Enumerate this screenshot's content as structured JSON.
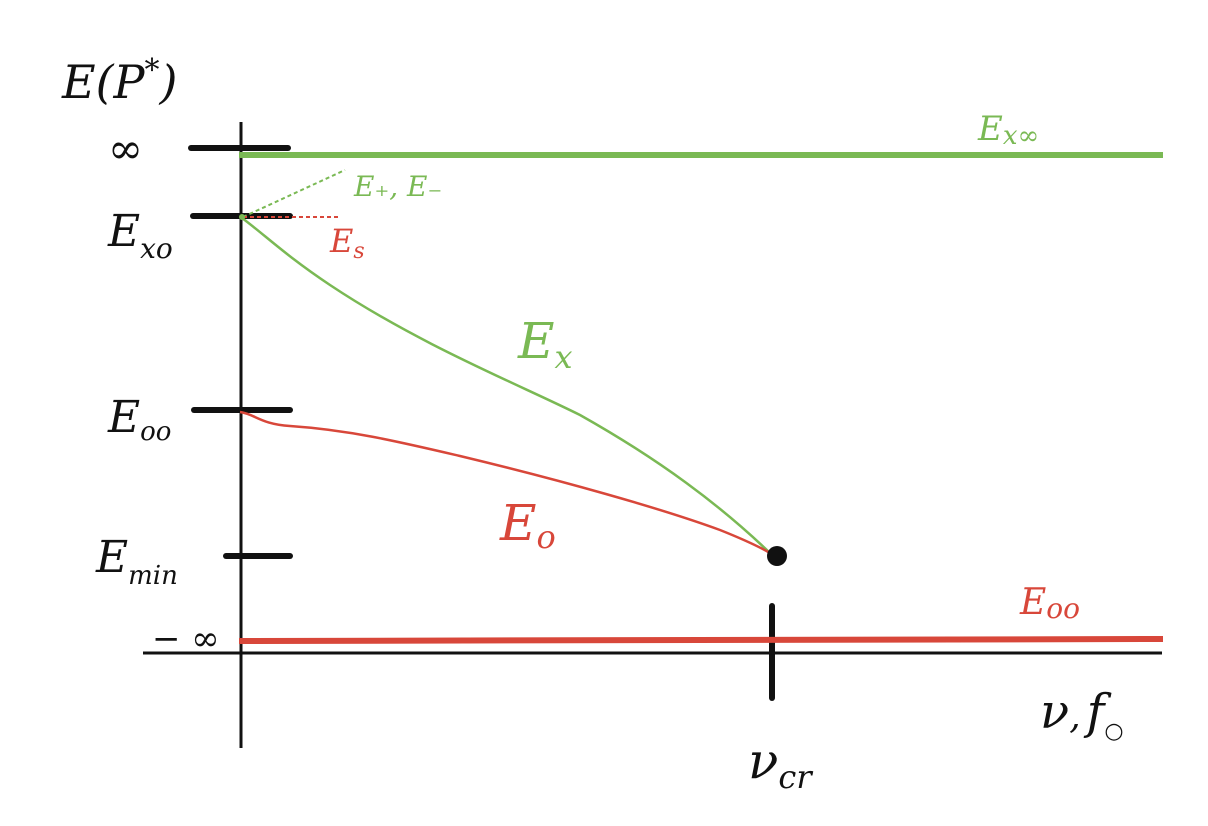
{
  "colors": {
    "green": "#7ab954",
    "red": "#d8473a",
    "black": "#111111"
  },
  "y_axis": {
    "label_main": "E(P",
    "label_sup": "*",
    "label_close": ")"
  },
  "x_axis": {
    "label_nu": "ν",
    "label_comma": ",",
    "label_f": "f",
    "label_f_sub": "○"
  },
  "ticks": {
    "inf": "∞",
    "ex0_main": "E",
    "ex0_sub": "xo",
    "e00_main": "E",
    "e00_sub": "oo",
    "emin_main": "E",
    "emin_sub": "min",
    "neg_inf": "− ∞",
    "nu_cr_main": "ν",
    "nu_cr_sub": "cr"
  },
  "curves": {
    "ex_inf_main": "E",
    "ex_inf_sub": "x∞",
    "e_pm": "E₊, E₋",
    "es_main": "E",
    "es_sub": "s",
    "ex_main": "E",
    "ex_sub": "x",
    "e0_main": "E",
    "e0_sub": "o",
    "e00_main": "E",
    "e00_sub": "oo"
  }
}
